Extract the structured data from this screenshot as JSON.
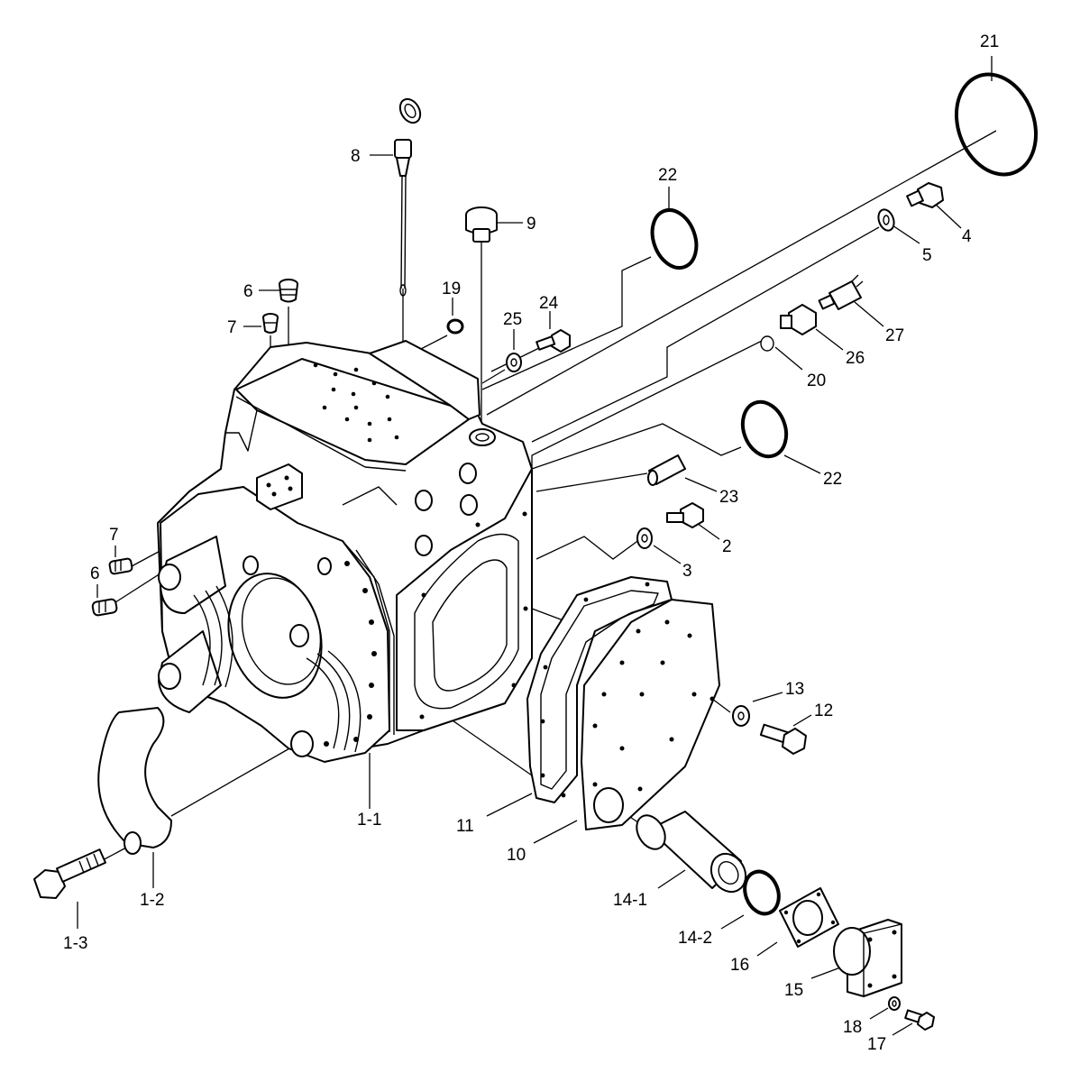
{
  "callouts": {
    "c21": "21",
    "c22a": "22",
    "c8": "8",
    "c9": "9",
    "c4": "4",
    "c5": "5",
    "c6a": "6",
    "c19": "19",
    "c24": "24",
    "c25": "25",
    "c7a": "7",
    "c27": "27",
    "c26": "26",
    "c20": "20",
    "c22b": "22",
    "c23": "23",
    "c2": "2",
    "c7b": "7",
    "c3": "3",
    "c6b": "6",
    "c13": "13",
    "c12": "12",
    "c1_1": "1-1",
    "c11": "11",
    "c10": "10",
    "c1_2": "1-2",
    "c14_1": "14-1",
    "c1_3": "1-3",
    "c14_2": "14-2",
    "c16": "16",
    "c15": "15",
    "c18": "18",
    "c17": "17"
  }
}
